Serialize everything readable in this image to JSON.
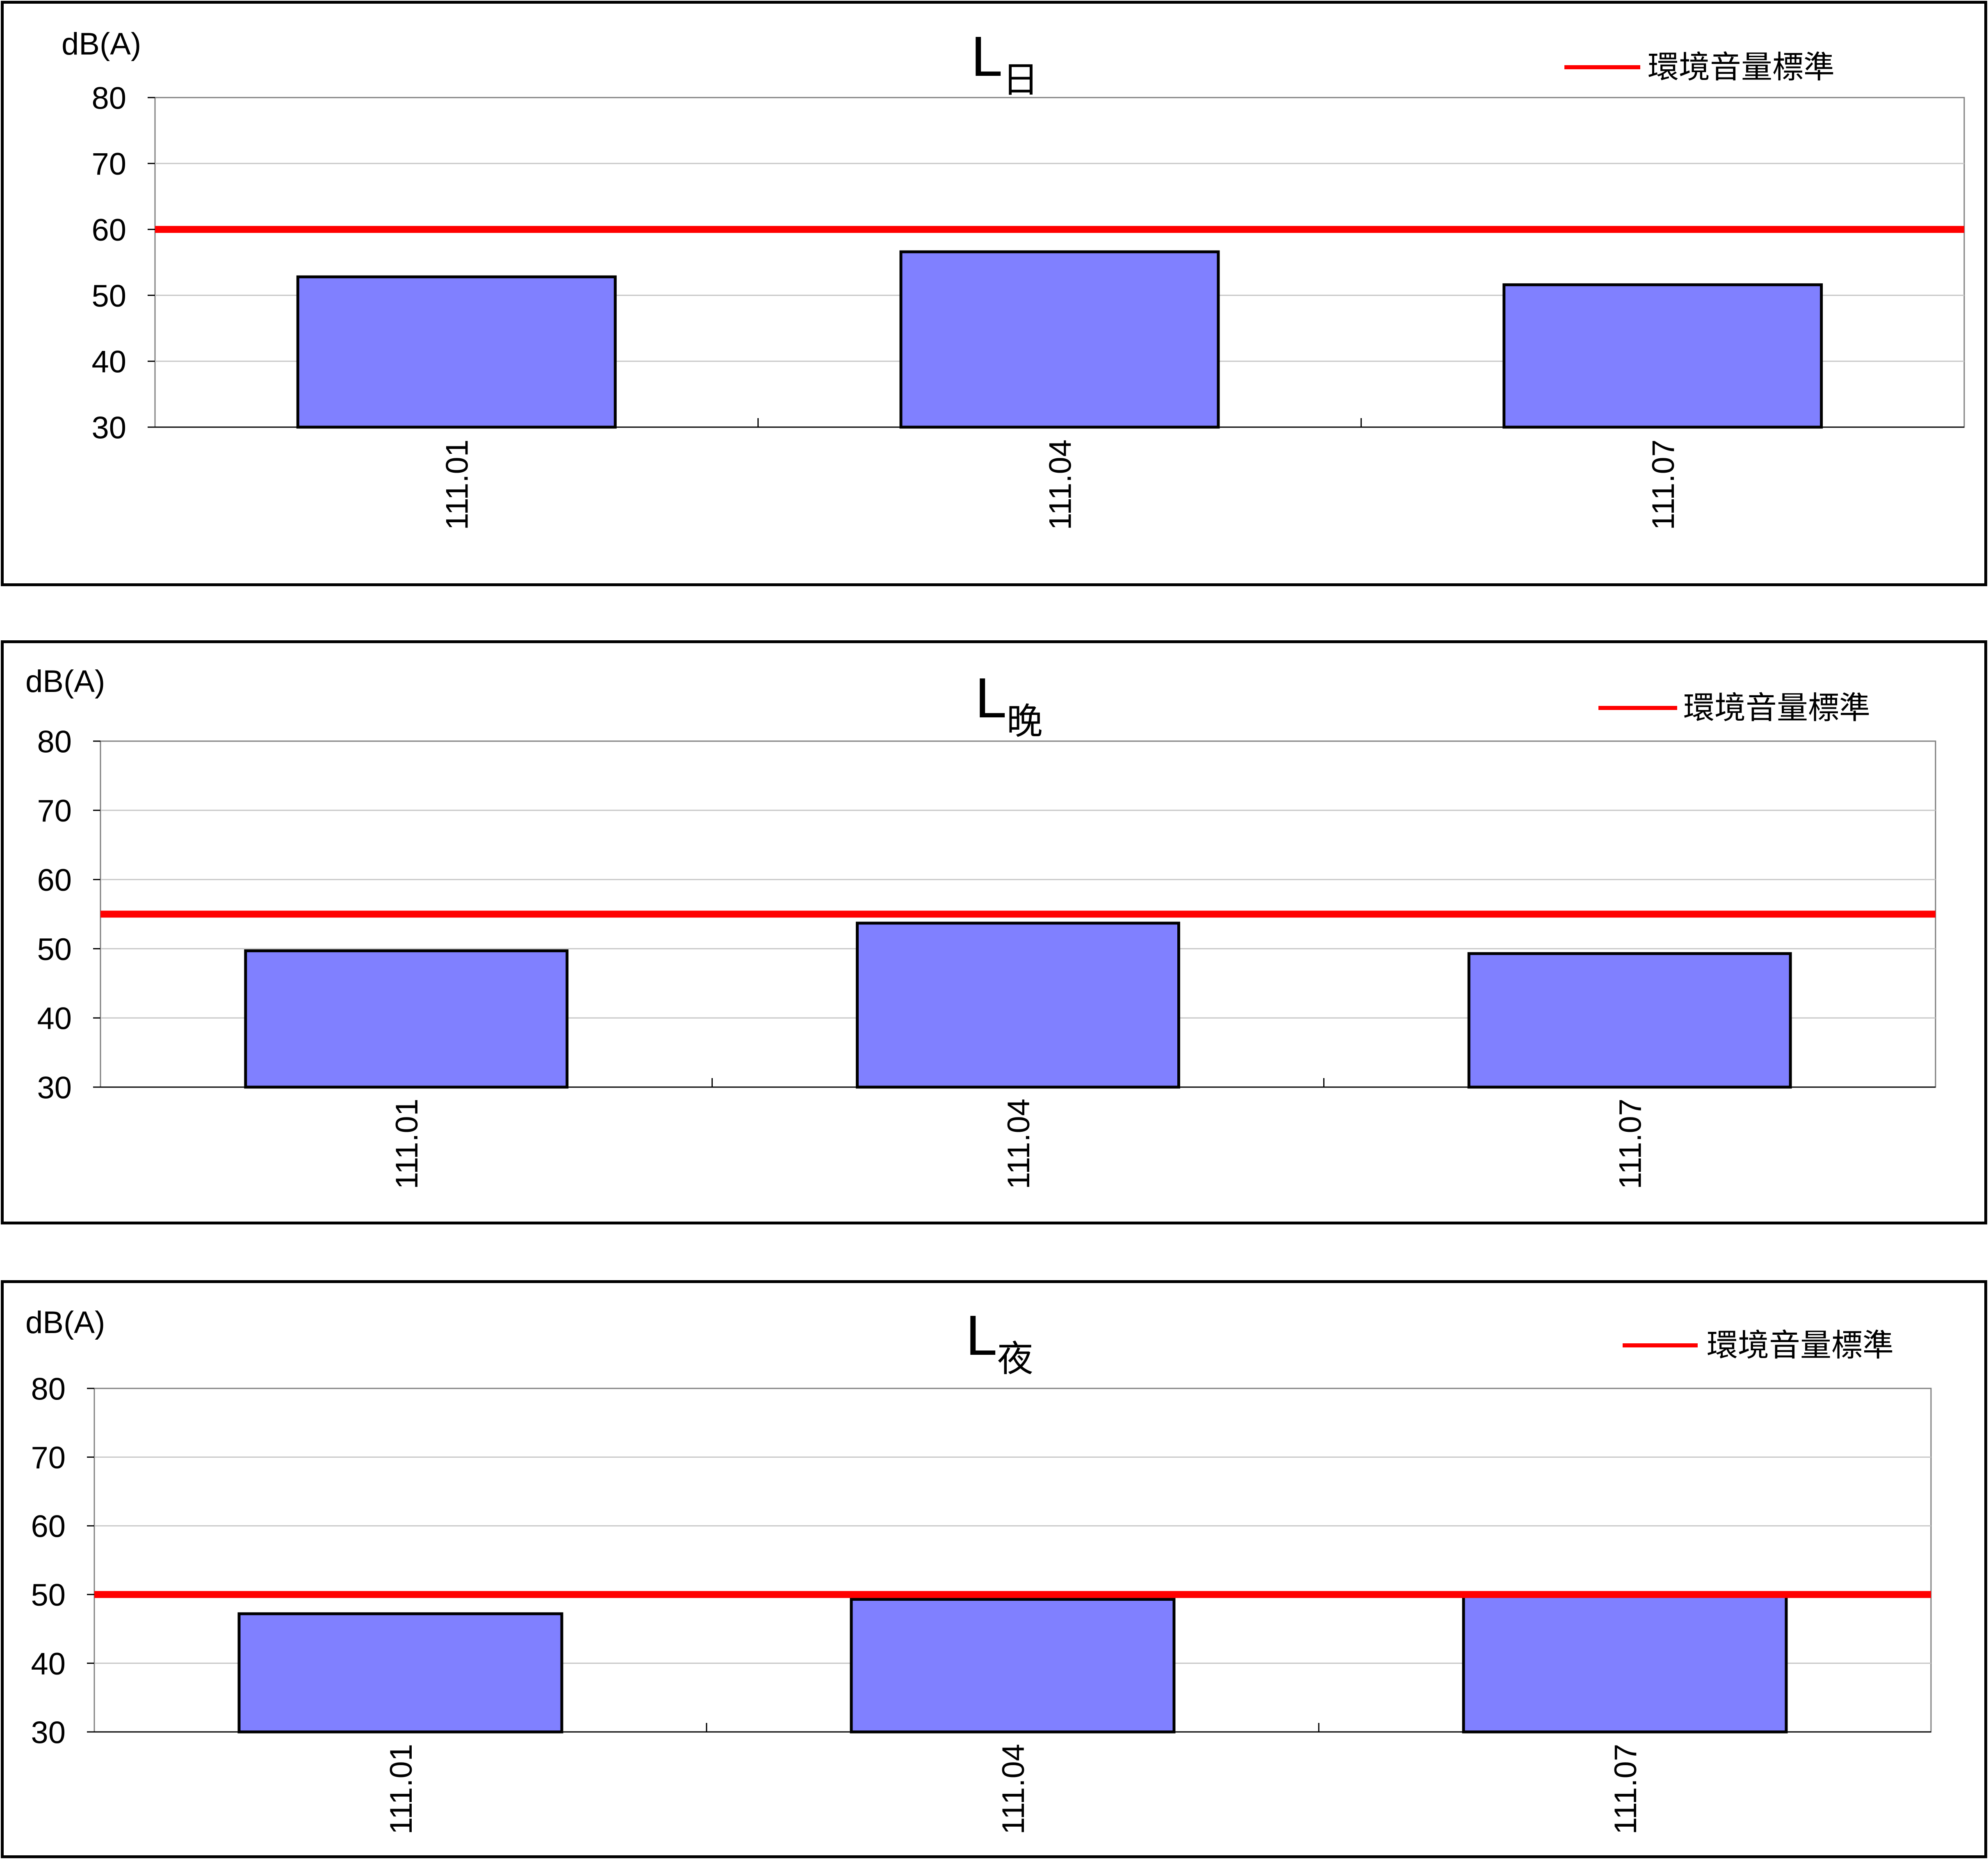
{
  "colors": {
    "bar_fill": "#8080ff",
    "bar_stroke": "#000000",
    "standard_line": "#ff0000",
    "gridline": "#c8c8c8",
    "frame": "#000000"
  },
  "chart_data": [
    {
      "type": "bar",
      "title": "L",
      "title_subscript": "日",
      "ylabel": "dB(A)",
      "xlabel": "",
      "categories": [
        "111.01",
        "111.04",
        "111.07"
      ],
      "series": [
        {
          "values": [
            52.8,
            56.6,
            51.6
          ]
        }
      ],
      "ylim": [
        30,
        80
      ],
      "yticks": [
        "30",
        "40",
        "50",
        "60",
        "70",
        "80"
      ],
      "grid": true,
      "reference_line": {
        "name": "環境音量標準",
        "value": 60
      },
      "legend_position": "top-right"
    },
    {
      "type": "bar",
      "title": "L",
      "title_subscript": "晚",
      "ylabel": "dB(A)",
      "xlabel": "",
      "categories": [
        "111.01",
        "111.04",
        "111.07"
      ],
      "series": [
        {
          "values": [
            49.7,
            53.7,
            49.3
          ]
        }
      ],
      "ylim": [
        30,
        80
      ],
      "yticks": [
        "30",
        "40",
        "50",
        "60",
        "70",
        "80"
      ],
      "grid": true,
      "reference_line": {
        "name": "環境音量標準",
        "value": 55
      },
      "legend_position": "top-right"
    },
    {
      "type": "bar",
      "title": "L",
      "title_subscript": "夜",
      "ylabel": "dB(A)",
      "xlabel": "",
      "categories": [
        "111.01",
        "111.04",
        "111.07"
      ],
      "series": [
        {
          "values": [
            47.2,
            49.3,
            49.8
          ]
        }
      ],
      "ylim": [
        30,
        80
      ],
      "yticks": [
        "30",
        "40",
        "50",
        "60",
        "70",
        "80"
      ],
      "grid": true,
      "reference_line": {
        "name": "環境音量標準",
        "value": 50
      },
      "legend_position": "top-right"
    }
  ]
}
